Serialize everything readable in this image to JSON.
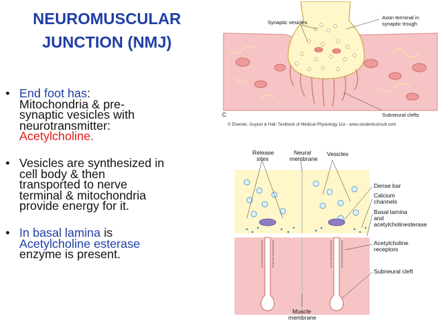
{
  "slide": {
    "title_line1": "NEUROMUSCULAR",
    "title_line2": "JUNCTION (NMJ)"
  },
  "bullets": [
    {
      "lead": "End foot has",
      "colon": ":",
      "lines": [
        "Mitochondria & pre-",
        "synaptic vesicles with",
        "neurotransmitter:"
      ],
      "highlight": "Acetylcholine."
    },
    {
      "lines": [
        "Vesicles are synthesized in",
        "cell body & then",
        "transported to nerve",
        "terminal & mitochondria",
        "provide energy for it."
      ]
    },
    {
      "lead": "In basal lamina",
      "after_lead": " is",
      "lines_blue": [
        "Acetylcholine esterase"
      ],
      "lines": [
        "enzyme is present."
      ]
    }
  ],
  "figure_top": {
    "labels": {
      "synaptic_vesicles": "Synaptic vesicles",
      "axon_terminal_1": "Axon terminal in",
      "axon_terminal_2": "synaptic trough",
      "subneural_clefts": "Subneural clefts",
      "panel": "C"
    },
    "credit": "© Elsevier. Guyton & Hall: Textbook of Medical Physiology 11e - www.studentconsult.com"
  },
  "figure_bottom": {
    "labels": {
      "release_sites_1": "Release",
      "release_sites_2": "sites",
      "neural_membrane_1": "Neural",
      "neural_membrane_2": "membrane",
      "vesicles": "Vesicles",
      "dense_bar": "Dense bar",
      "calcium_1": "Calcium",
      "calcium_2": "channels",
      "basal_1": "Basal lamina",
      "basal_2": "and",
      "basal_3": "acetylcholinesterase",
      "ach_receptors_1": "Acetylcholine",
      "ach_receptors_2": "receptors",
      "subneural_cleft": "Subneural cleft",
      "muscle_membrane_1": "Muscle",
      "muscle_membrane_2": "membrane"
    }
  },
  "colors": {
    "title": "#1f3ea6",
    "accent_red": "#e41b17",
    "muscle_pink": "#f6c4c4",
    "terminal_yellow": "#fff6c9"
  }
}
